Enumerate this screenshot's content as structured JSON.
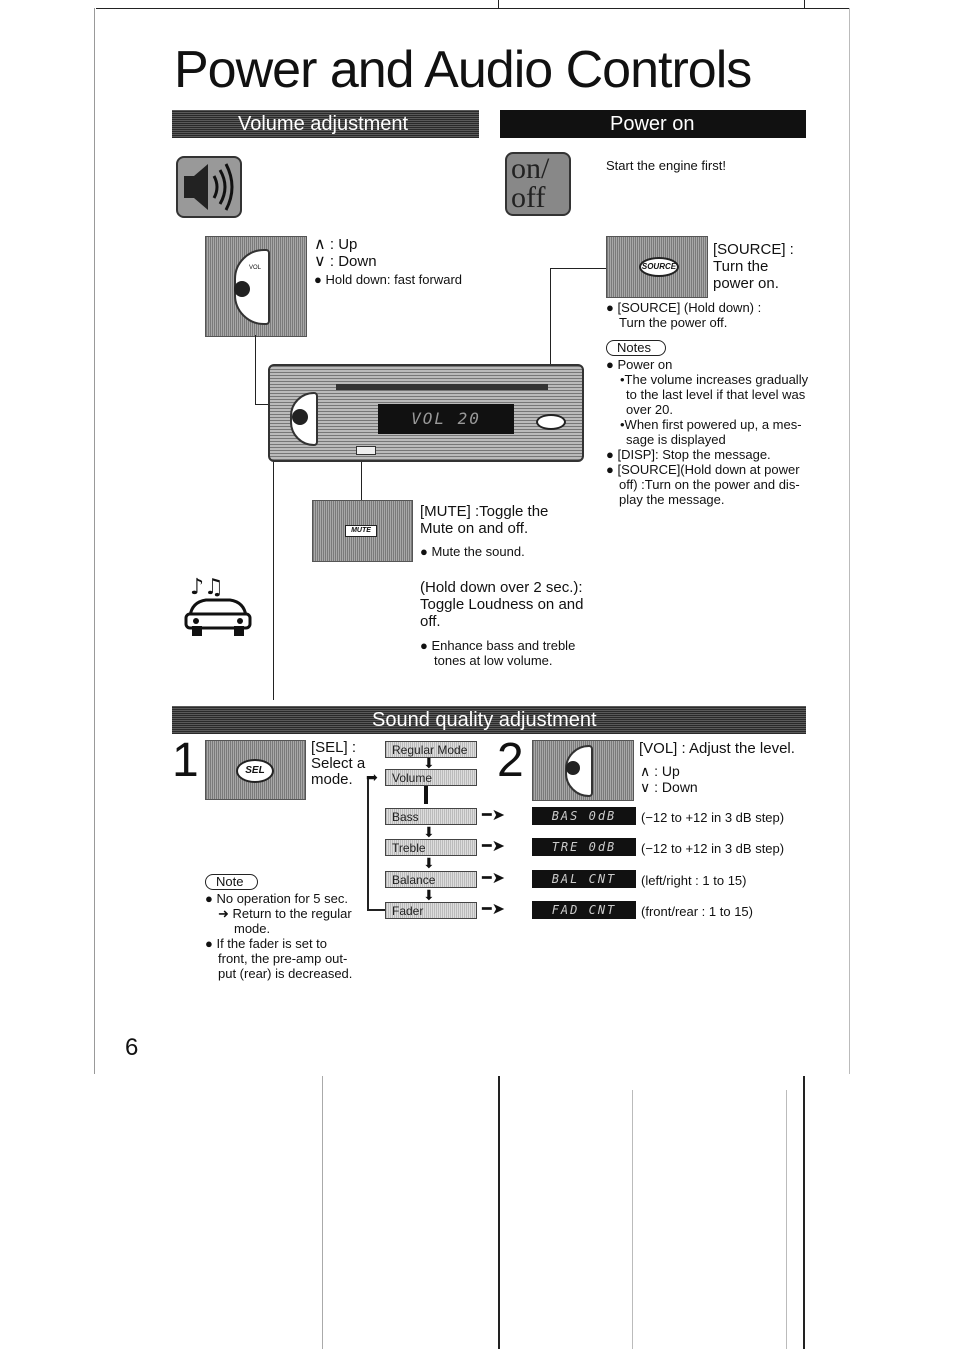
{
  "title": "Power and Audio Controls",
  "sections": {
    "volume": {
      "header": "Volume adjustment",
      "up": ": Up",
      "down": ": Down",
      "hold": "Hold down: fast forward",
      "vol_label": "VOL"
    },
    "power": {
      "header": "Power on",
      "start": "Start the engine first!",
      "icon_text_1": "on/",
      "icon_text_2": "off",
      "source_btn": "SOURCE",
      "source_line1": "[SOURCE] :",
      "source_line2": "Turn the",
      "source_line3": "power on.",
      "source_hold_1": "[SOURCE] (Hold down) :",
      "source_hold_2": "Turn the power off.",
      "notes_label": "Notes",
      "notes": [
        "Power on",
        "•The volume increases gradually",
        "to the last level if that level was",
        "over 20.",
        "•When first powered up, a mes-",
        "sage is displayed",
        "[DISP]: Stop the message.",
        "[SOURCE](Hold down at power",
        "off) :Turn on the power and dis-",
        "play the message."
      ]
    },
    "unit": {
      "display": "VOL  20"
    },
    "mute": {
      "btn": "MUTE",
      "line1": "[MUTE] :Toggle the",
      "line2": "Mute on and off.",
      "bullet": "Mute the sound.",
      "hold1": "(Hold down over 2 sec.):",
      "hold2": "Toggle Loudness on and",
      "hold3": "off.",
      "enh1": "Enhance bass and treble",
      "enh2": "tones at low volume."
    },
    "sound": {
      "header": "Sound quality adjustment",
      "step1": "1",
      "step2": "2",
      "sel_btn": "SEL",
      "sel1": "[SEL] :",
      "sel2": "Select a",
      "sel3": "mode.",
      "modes": [
        "Regular Mode",
        "Volume",
        "Bass",
        "Treble",
        "Balance",
        "Fader"
      ],
      "vol_text": "[VOL] : Adjust the level.",
      "up": ": Up",
      "down": ": Down",
      "lcds": [
        "BAS  0dB",
        "TRE  0dB",
        "BAL  CNT",
        "FAD  CNT"
      ],
      "ranges": [
        "(−12 to +12 in 3 dB step)",
        "(−12 to +12 in 3 dB step)",
        "(left/right : 1 to 15)",
        "(front/rear : 1 to 15)"
      ],
      "note_label": "Note",
      "note_lines": [
        "No operation for 5 sec.",
        "➜ Return to the regular",
        "mode.",
        "If the fader is set to",
        "front, the pre-amp out-",
        "put (rear) is decreased."
      ]
    }
  },
  "page_number": "6"
}
